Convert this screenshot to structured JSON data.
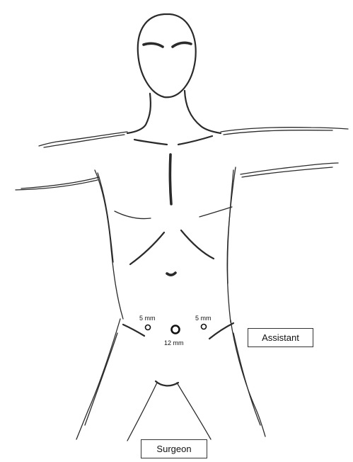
{
  "ports": {
    "left_label": "5 mm",
    "right_label": "5 mm",
    "center_label": "12 mm"
  },
  "roles": {
    "assistant": "Assistant",
    "surgeon": "Surgeon"
  },
  "colors": {
    "ink": "#2a2a2a",
    "background": "#ffffff"
  }
}
